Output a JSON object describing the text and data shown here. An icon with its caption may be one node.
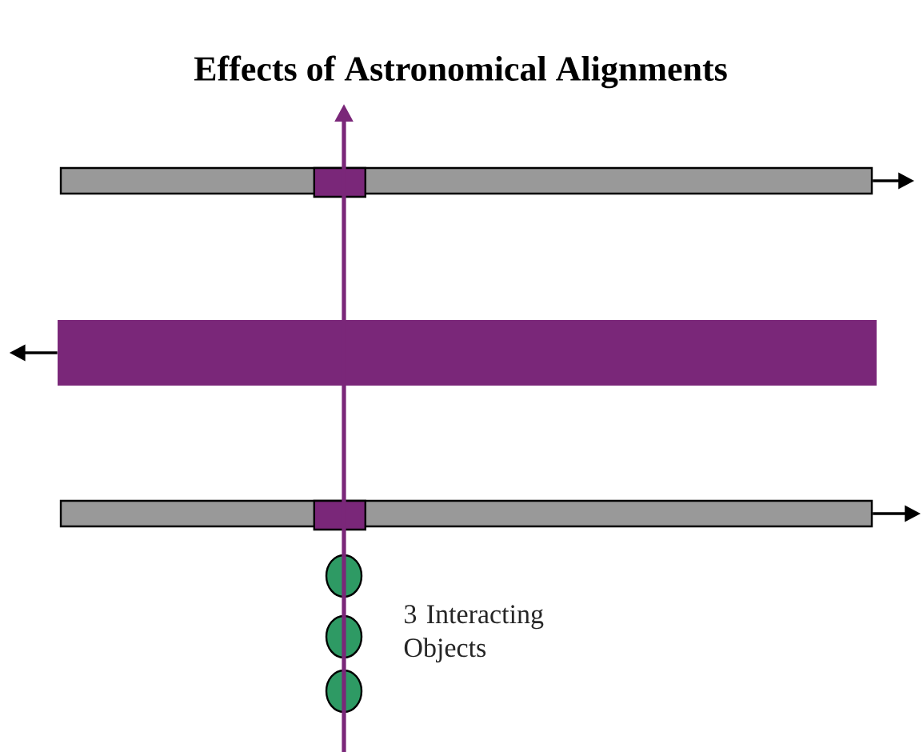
{
  "diagram": {
    "title": "Effects of Astronomical Alignments",
    "nodes": [
      {
        "text": [],
        "shape": "bar"
      },
      {
        "text": [],
        "shape": "box",
        "in": 0
      },
      {
        "text": [],
        "shape": "bar"
      },
      {
        "text": [],
        "shape": "bar"
      },
      {
        "text": [],
        "shape": "box",
        "in": 3
      },
      {
        "text": [],
        "shape": "circle"
      },
      {
        "text": [],
        "shape": "circle"
      },
      {
        "text": [],
        "shape": "circle"
      }
    ],
    "edges": [
      {
        "from": 0,
        "to": null,
        "arrow": "to"
      },
      {
        "from": 2,
        "to": null,
        "arrow": "to"
      },
      {
        "from": 3,
        "to": null,
        "arrow": "to"
      }
    ],
    "labels": [
      "3 Interacting Objects"
    ]
  }
}
